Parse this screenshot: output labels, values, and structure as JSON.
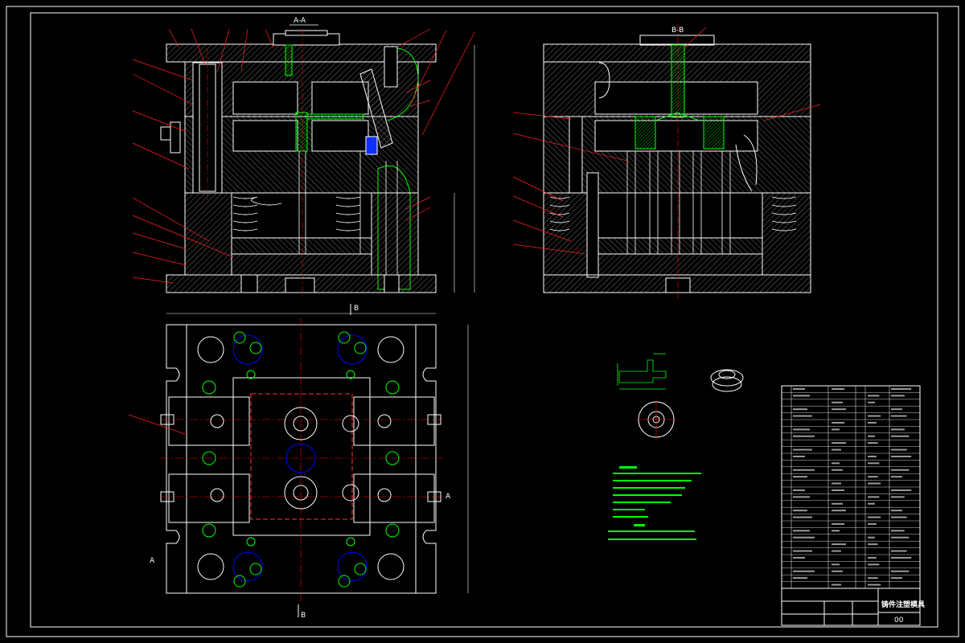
{
  "views": {
    "section_a": "A-A",
    "section_b": "B-B",
    "cut_b_top": "B",
    "cut_b_bottom": "B",
    "cut_a_left": "A",
    "cut_a_right": "A"
  },
  "title_block": {
    "drawing_name": "铸件注塑模具",
    "drawing_no": "00"
  },
  "colors": {
    "background": "#000000",
    "outline": "#ffffff",
    "centerline": "#ff0000",
    "hatch": "#00ff00",
    "hidden": "#0000ff",
    "leader": "#ff2020"
  }
}
